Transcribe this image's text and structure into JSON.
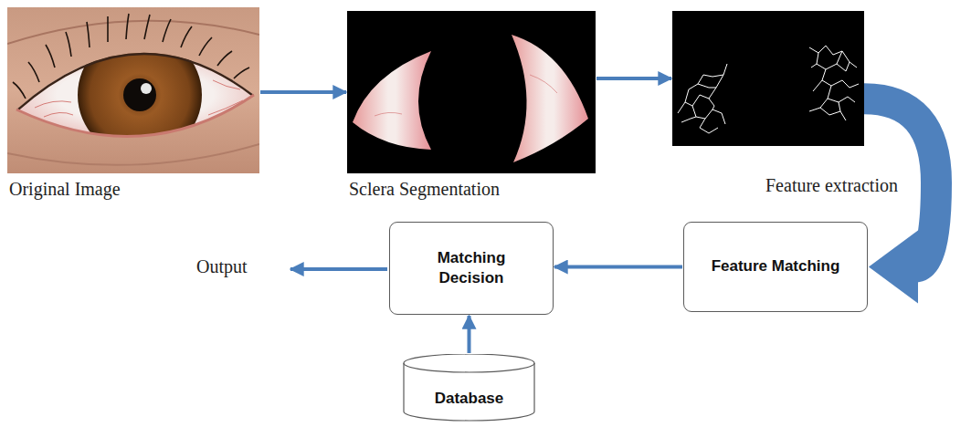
{
  "diagram": {
    "nodes": [
      {
        "text": [
          "Original Image"
        ]
      },
      {
        "text": [
          "Sclera Segmentation"
        ]
      },
      {
        "text": [
          "Feature extraction"
        ]
      },
      {
        "text": [
          "Feature Matching"
        ]
      },
      {
        "text": [
          "Matching Decision"
        ]
      },
      {
        "text": [
          "Database"
        ]
      }
    ],
    "edges": [
      {
        "from": 0,
        "to": 1,
        "arrow": "to"
      },
      {
        "from": 1,
        "to": 2,
        "arrow": "to"
      },
      {
        "from": 2,
        "to": 3,
        "arrow": "to"
      },
      {
        "from": 3,
        "to": 4,
        "arrow": "to"
      },
      {
        "from": 5,
        "to": 4,
        "arrow": "to"
      }
    ],
    "labels": [
      "Output"
    ]
  }
}
